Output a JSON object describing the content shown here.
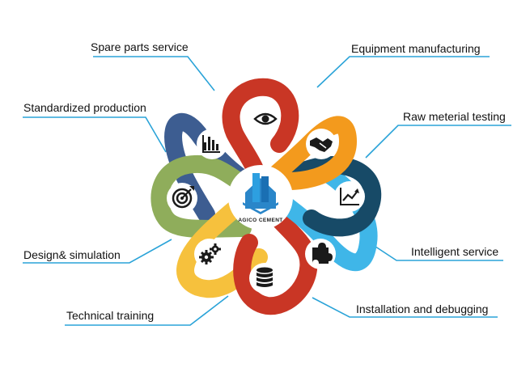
{
  "labels": {
    "spare_parts": "Spare parts service",
    "equipment": "Equipment manufacturing",
    "standardized": "Standardized production",
    "raw_material": "Raw meterial testing",
    "design": "Design& simulation",
    "intelligent": "Intelligent service",
    "training": "Technical training",
    "installation": "Installation and debugging"
  },
  "logo_text": "AGICO CEMENT",
  "colors": {
    "red": "#c93625",
    "orange": "#f39a1d",
    "navy": "#174a67",
    "light_blue": "#3fb6e8",
    "yellow": "#f6c13d",
    "green": "#8fad5b",
    "slate_blue": "#3d5d91",
    "connector": "#2aa3d8"
  },
  "icons": [
    "bar-chart-icon",
    "eye-icon",
    "handshake-icon",
    "line-chart-icon",
    "puzzle-icon",
    "database-icon",
    "gears-icon",
    "target-icon"
  ]
}
